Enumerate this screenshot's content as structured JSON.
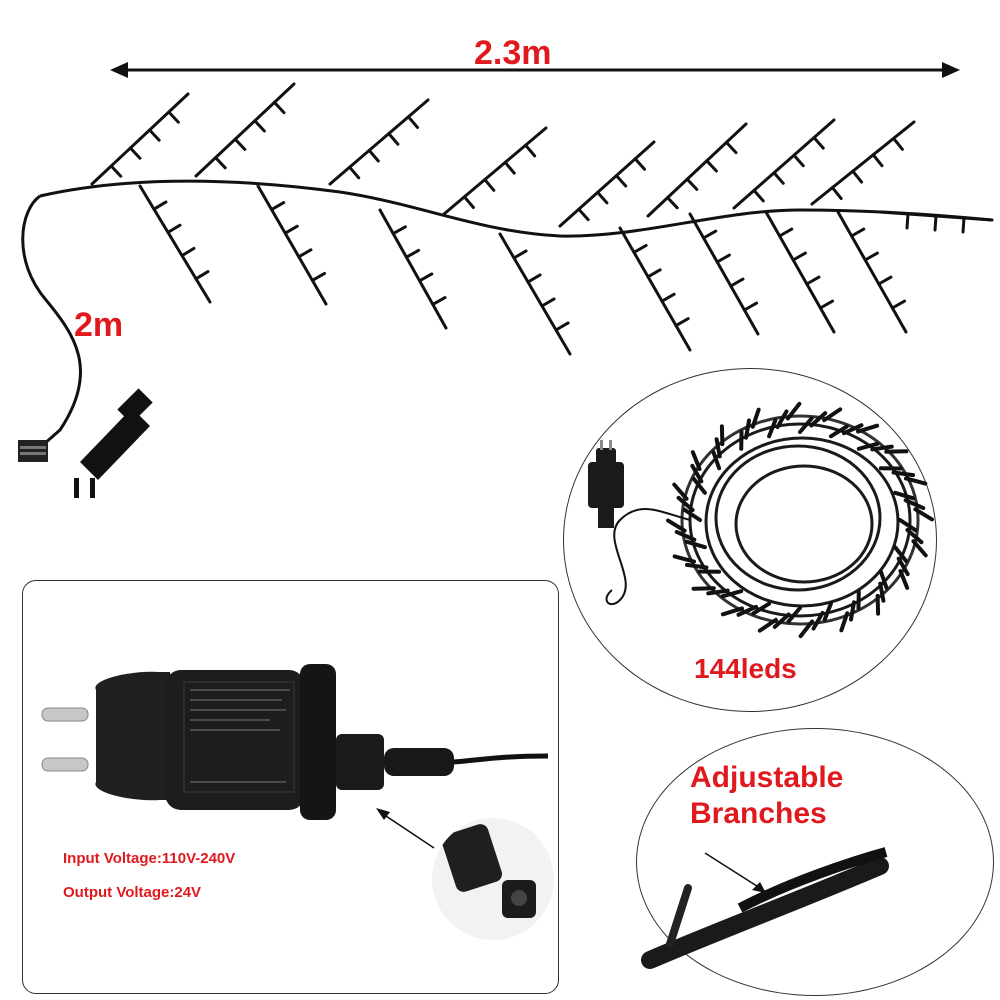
{
  "dimensions": {
    "string_length": "2.3m",
    "lead_length": "2m"
  },
  "coil": {
    "led_count": "144leds"
  },
  "branches": {
    "line1": "Adjustable",
    "line2": "Branches"
  },
  "adapter": {
    "input_voltage": "Input Voltage:110V-240V",
    "output_voltage": "Output Voltage:24V"
  },
  "colors": {
    "label_red": "#e0191e",
    "wire": "#111111"
  }
}
